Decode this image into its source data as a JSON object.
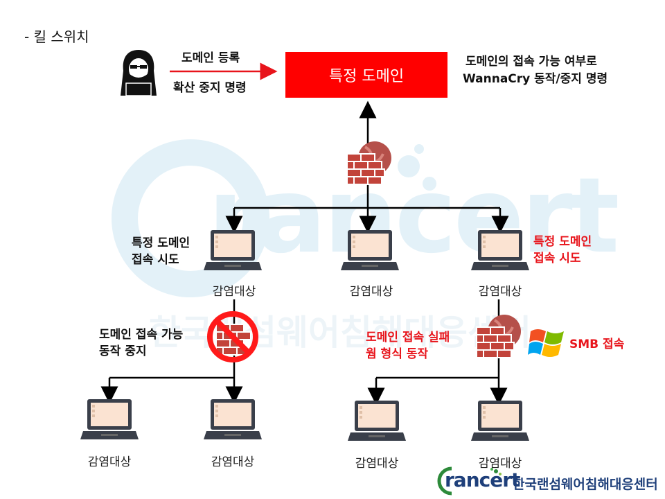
{
  "section_title": "- 킬 스위치",
  "top": {
    "arrow_top_label": "도메인 등록",
    "arrow_bottom_label": "확산 중지 명령",
    "domain_box": "특정 도메인",
    "note_line1": "도메인의 접속 가능 여부로",
    "note_line2": "WannaCry 동작/중지 명령"
  },
  "level1": {
    "left_note_line1": "특정 도메인",
    "left_note_line2": "접속 시도",
    "right_note_line1": "특정 도메인",
    "right_note_line2": "접속 시도",
    "labels": [
      "감염대상",
      "감염대상",
      "감염대상"
    ]
  },
  "left_branch": {
    "note_line1": "도메인 접속 가능",
    "note_line2": "동작 중지",
    "labels": [
      "감염대상",
      "감염대상"
    ]
  },
  "right_branch": {
    "note_line1": "도메인 접속 실패",
    "note_line2": "웜 형식 동작",
    "smb_label": "SMB 접속",
    "labels": [
      "감염대상",
      "감염대상"
    ]
  },
  "watermark": {
    "logo": "rancert",
    "text": "한국랜섬웨어침해대응센터"
  },
  "footer": {
    "logo": "rancert",
    "org_name": "한국랜섬웨어침해대응센터"
  },
  "colors": {
    "accent_red": "#ff0000",
    "note_red": "#e8141b",
    "watermark": "#e3f1f8",
    "logo_blue": "#1e3f7a",
    "logo_green": "#2d8a3a"
  },
  "icons": [
    "hacker-icon",
    "firewall-globe-icon",
    "laptop-icon",
    "prohibited-icon",
    "windows-logo-icon"
  ]
}
